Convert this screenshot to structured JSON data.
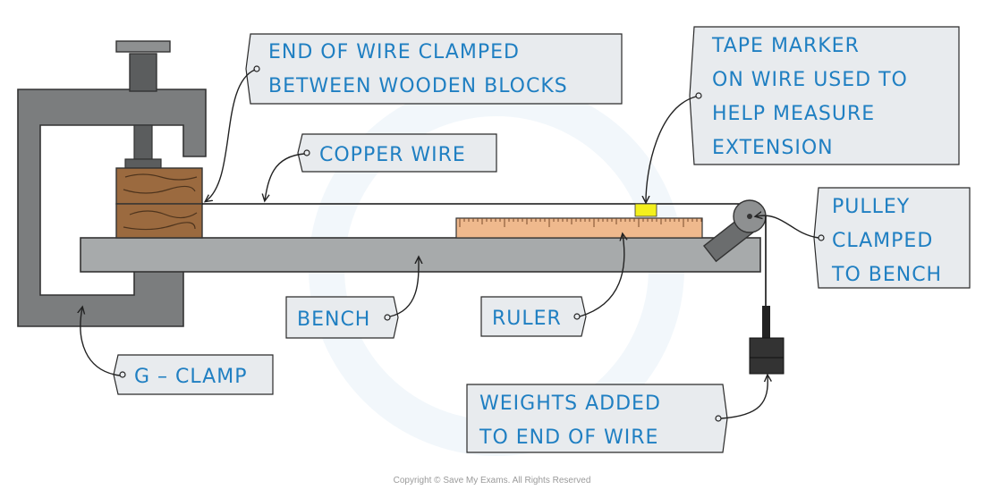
{
  "labels": {
    "end_clamp": [
      "END OF WIRE CLAMPED",
      "BETWEEN WOODEN BLOCKS"
    ],
    "copper_wire": [
      "COPPER WIRE"
    ],
    "tape_marker": [
      "TAPE MARKER",
      "ON WIRE USED TO",
      "HELP MEASURE",
      "EXTENSION"
    ],
    "pulley": [
      "PULLEY",
      "CLAMPED",
      "TO BENCH"
    ],
    "bench": [
      "BENCH"
    ],
    "ruler": [
      "RULER"
    ],
    "g_clamp": [
      "G – CLAMP"
    ],
    "weights": [
      "WEIGHTS ADDED",
      "TO END OF WIRE"
    ]
  },
  "copyright": "Copyright © Save My Exams. All Rights Reserved",
  "colors": {
    "label_text": "#1f7fc2",
    "label_box": "#e8ebee",
    "clamp": "#7b7d7e",
    "bench": "#a7aaab",
    "wood": "#9b6a3f",
    "ruler": "#efb98d",
    "tape": "#f3f01d"
  }
}
